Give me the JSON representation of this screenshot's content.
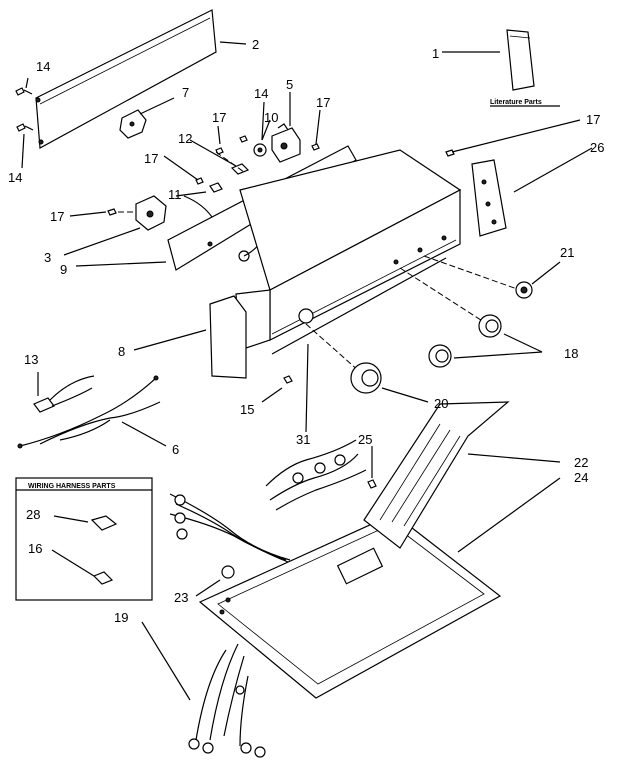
{
  "labels": {
    "p1": "1",
    "p2": "2",
    "p3": "3",
    "p5": "5",
    "p6": "6",
    "p7": "7",
    "p8": "8",
    "p9": "9",
    "p10": "10",
    "p11": "11",
    "p12": "12",
    "p13": "13",
    "p14a": "14",
    "p14b": "14",
    "p14c": "14",
    "p15": "15",
    "p16": "16",
    "p17a": "17",
    "p17b": "17",
    "p17c": "17",
    "p17d": "17",
    "p17e": "17",
    "p18": "18",
    "p19": "19",
    "p20": "20",
    "p21": "21",
    "p22": "22",
    "p23": "23",
    "p24": "24",
    "p25": "25",
    "p26": "26",
    "p28": "28",
    "p31": "31"
  },
  "literature_caption": "Literature Parts",
  "harness_box_title": "WIRING HARNESS PARTS"
}
